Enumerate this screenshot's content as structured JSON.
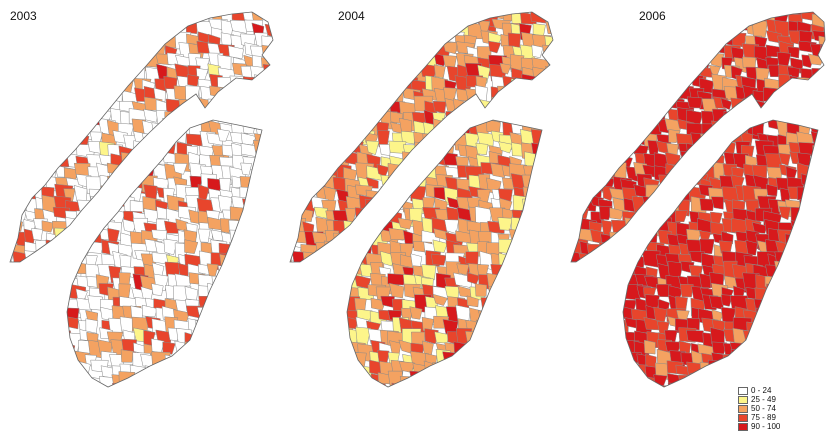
{
  "maps": [
    {
      "year": "2003",
      "dominant_category": 0
    },
    {
      "year": "2004",
      "dominant_category": 2
    },
    {
      "year": "2006",
      "dominant_category": 4
    }
  ],
  "legend": {
    "items": [
      {
        "label": "0 - 24",
        "color": "#ffffff"
      },
      {
        "label": "25 - 49",
        "color": "#fdf58a"
      },
      {
        "label": "50 - 74",
        "color": "#f4a261"
      },
      {
        "label": "75 - 89",
        "color": "#e8452c"
      },
      {
        "label": "90 - 100",
        "color": "#d7191c"
      }
    ]
  },
  "colors": {
    "border": "#8a8a8a",
    "background": "#ffffff"
  }
}
